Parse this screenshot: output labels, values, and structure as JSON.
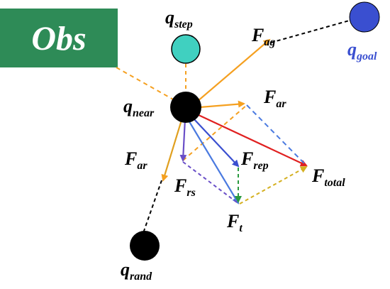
{
  "obstacle": {
    "label": "Obs",
    "color": "#2e8b57"
  },
  "nodes": {
    "q_step": {
      "main": "q",
      "sub": "step",
      "color": "#40d0c0"
    },
    "q_goal": {
      "main": "q",
      "sub": "goal",
      "color": "#3a4fd0"
    },
    "q_near": {
      "main": "q",
      "sub": "near",
      "color": "#000000"
    },
    "q_rand": {
      "main": "q",
      "sub": "rand",
      "color": "#000000"
    }
  },
  "forces": {
    "F_ag": {
      "main": "F",
      "sub": "ag"
    },
    "F_ar_right": {
      "main": "F",
      "sub": "ar"
    },
    "F_ar_left": {
      "main": "F",
      "sub": "ar"
    },
    "F_rep": {
      "main": "F",
      "sub": "rep"
    },
    "F_rs": {
      "main": "F",
      "sub": "rs"
    },
    "F_t": {
      "main": "F",
      "sub": "t"
    },
    "F_total": {
      "main": "F",
      "sub": "total"
    }
  },
  "colors": {
    "attractive": "#f5a020",
    "goal_line": "#000000",
    "repulsive": "#3a4fd0",
    "rs": "#6a4fc8",
    "total": "#e02020",
    "resultant_dash": "#d4b020",
    "green": "#2a9a40",
    "light_blue": "#4a7ae0"
  }
}
